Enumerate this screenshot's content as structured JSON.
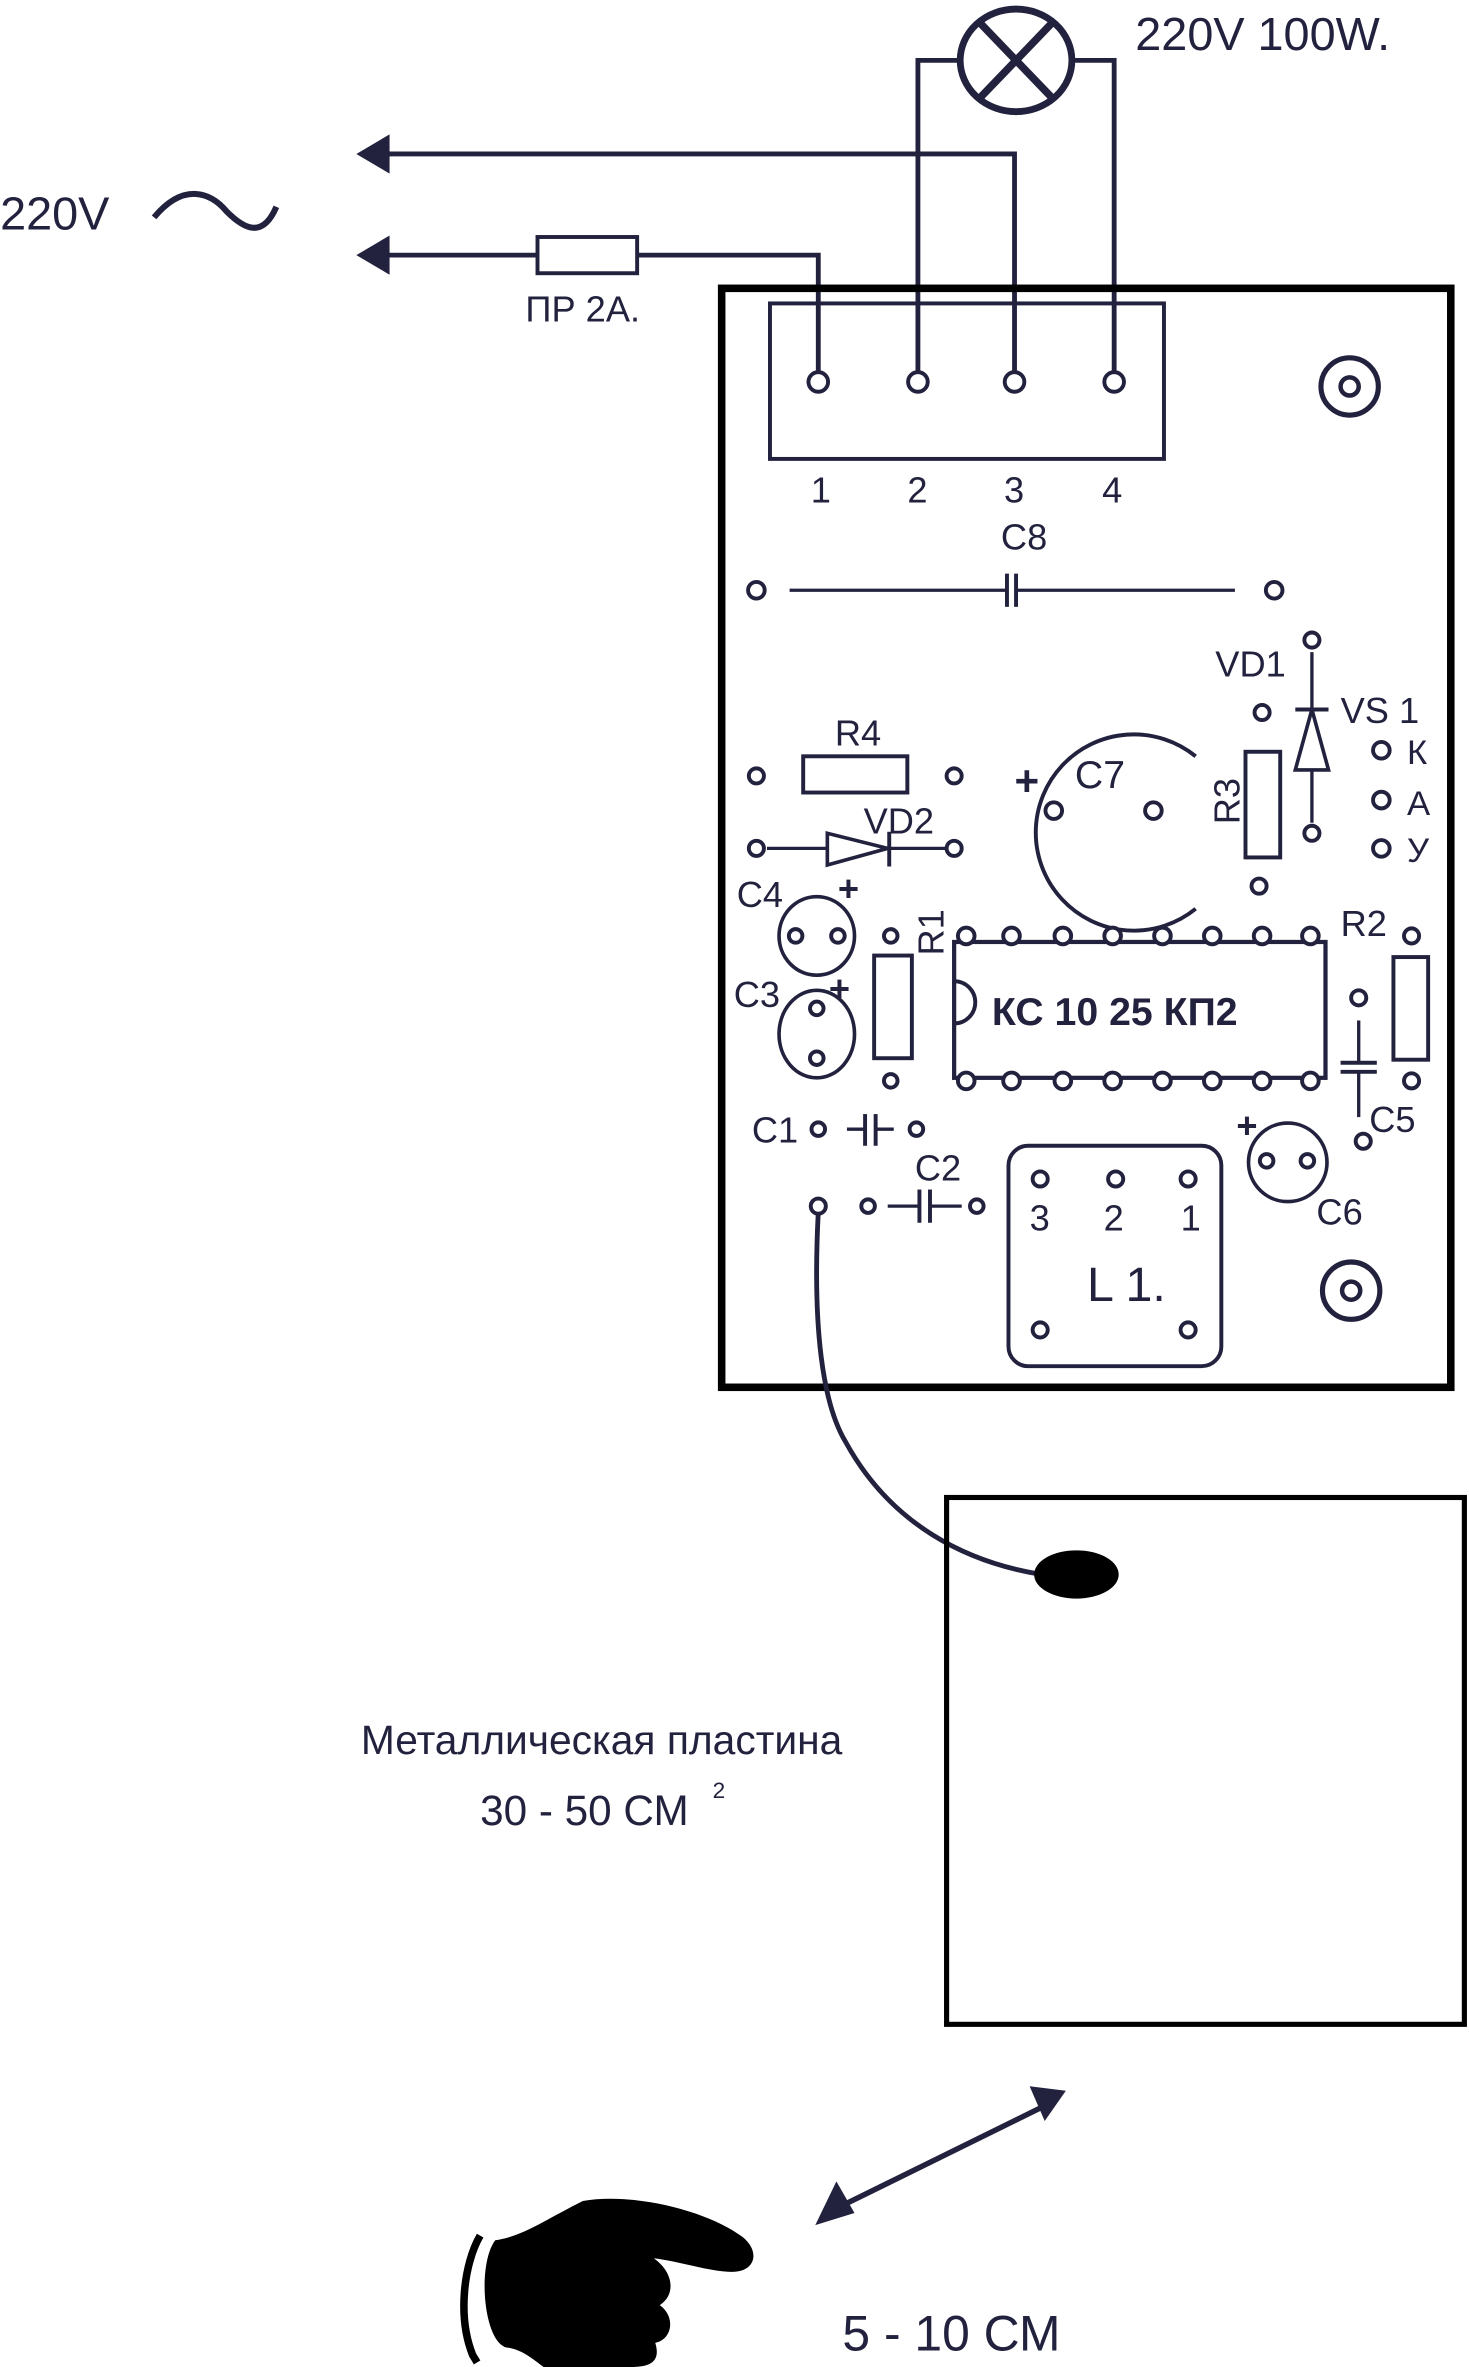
{
  "colors": {
    "ink": "#22223f",
    "board": "#000000",
    "background": "#ffffff"
  },
  "mains": {
    "label": "220V",
    "ac_symbol": "~"
  },
  "lamp": {
    "label": "220V  100W.",
    "icon": "lamp-icon"
  },
  "fuse": {
    "label": "ПР 2А."
  },
  "connector": {
    "pins": [
      "1",
      "2",
      "3",
      "4"
    ]
  },
  "components": {
    "c8": "C8",
    "vd1": "VD1",
    "vs1": "VS 1",
    "vs1_pins": [
      "К",
      "А",
      "У"
    ],
    "r4": "R4",
    "vd2": "VD2",
    "c7": "C7",
    "c7_plus": "+",
    "r3": "R3",
    "c4": "C4",
    "c4_plus": "+",
    "c3": "C3",
    "c3_plus": "+",
    "r1": "R1",
    "chip": "КС 10 25 КП2",
    "r2": "R2",
    "c5": "C5",
    "c1": "C1",
    "c2": "C2",
    "c6": "C6",
    "c6_plus": "+",
    "l1": "L 1.",
    "l1_pins": [
      "3",
      "2",
      "1"
    ]
  },
  "plate": {
    "title": "Металлическая  пластина",
    "area": "30 - 50  СМ",
    "area_exp": "2"
  },
  "distance": {
    "label": "5 - 10 СМ",
    "icon": "hand-pointing-icon"
  }
}
